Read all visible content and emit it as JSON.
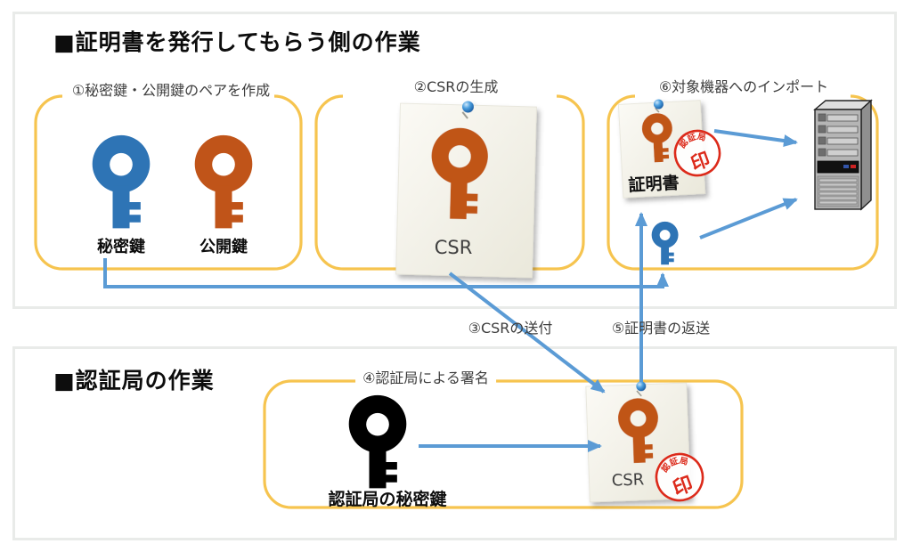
{
  "upper": {
    "title": "■証明書を発行してもらう側の作業",
    "s1": {
      "label": "①秘密鍵・公開鍵のペアを作成",
      "private_key_label": "秘密鍵",
      "public_key_label": "公開鍵"
    },
    "s2": {
      "label": "②CSRの生成",
      "note": "CSR"
    },
    "s3": {
      "label": "⑥対象機器へのインポート",
      "note": "証明書",
      "stamp_top": "認証局",
      "stamp_bottom": "印"
    }
  },
  "flow": {
    "send_csr": "③CSRの送付",
    "return_cert": "⑤証明書の返送"
  },
  "lower": {
    "title": "■認証局の作業",
    "s4": {
      "label": "④認証局による署名",
      "ca_key_label": "認証局の秘密鍵",
      "note": "CSR",
      "stamp_top": "認証局",
      "stamp_bottom": "印"
    }
  },
  "colors": {
    "arrow_blue": "#5B9BD5",
    "bracket_yellow": "#F6C44F",
    "private_key_blue": "#2E74B5",
    "public_key_orange": "#C05419",
    "ca_key_black": "#000000",
    "stamp_red": "#DC2A1A",
    "note_paper_light": "#FBFAF5",
    "note_paper_dark": "#ECEADF",
    "panel_border_gray": "#E9EBE9"
  },
  "icons": {
    "key": "key-icon",
    "pin": "push-pin-icon",
    "stamp": "ca-seal-stamp-icon",
    "server": "server-tower-icon",
    "arrow": "flow-arrow"
  }
}
